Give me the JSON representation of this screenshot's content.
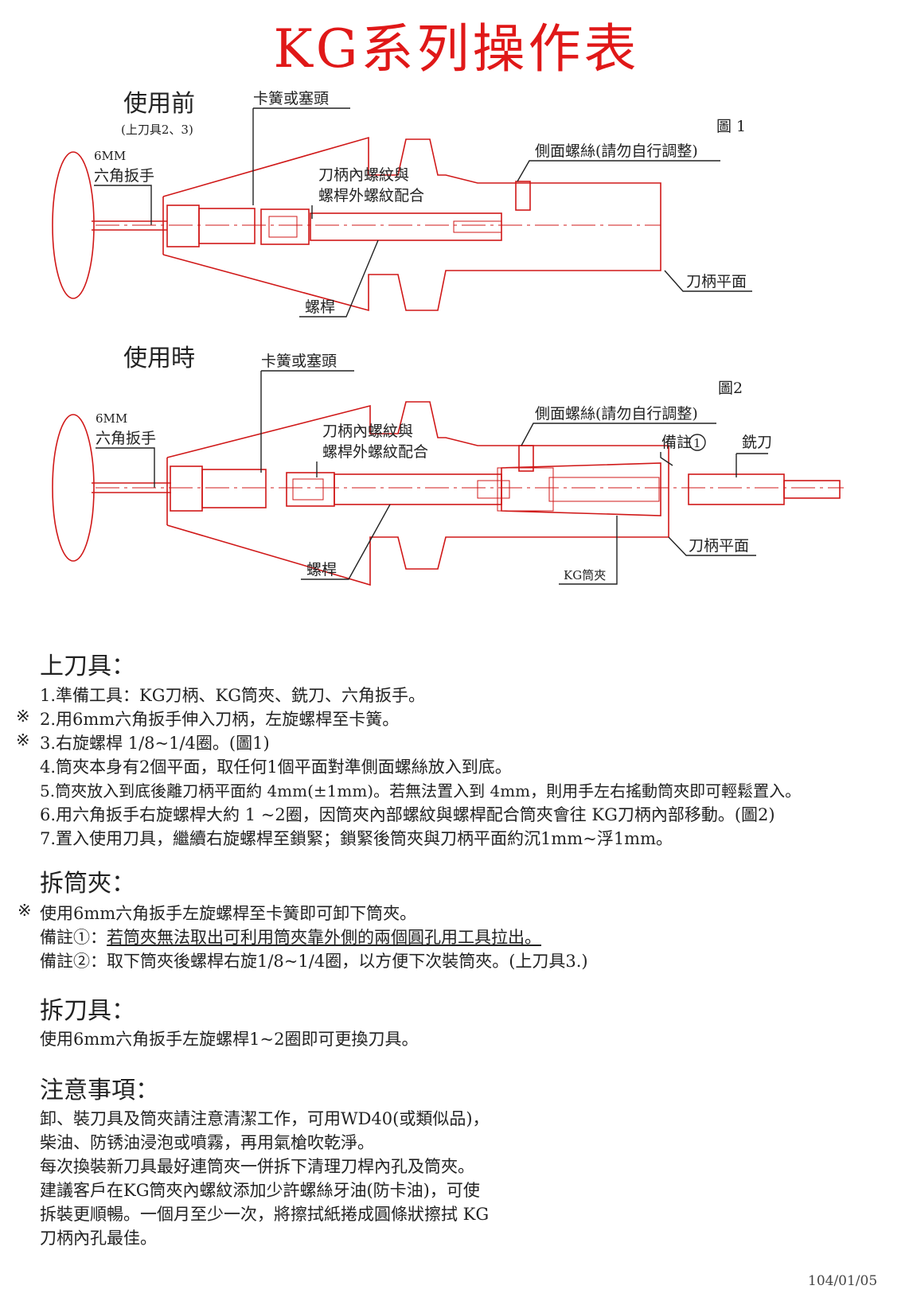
{
  "title": "KG系列操作表",
  "figure1": {
    "heading": "使用前",
    "subheading": "(上刀具2、3)",
    "fig_label": "圖 1",
    "wrench_size": "6MM",
    "wrench_name": "六角扳手",
    "collet_label": "卡簧或塞頭",
    "thread_label_1": "刀柄內螺紋與",
    "thread_label_2": "螺桿外螺紋配合",
    "side_screw": "側面螺絲(請勿自行調整)",
    "face_label": "刀柄平面",
    "screw_label": "螺桿"
  },
  "figure2": {
    "heading": "使用時",
    "fig_label": "圖2",
    "wrench_size": "6MM",
    "wrench_name": "六角扳手",
    "collet_label": "卡簧或塞頭",
    "thread_label_1": "刀柄內螺紋與",
    "thread_label_2": "螺桿外螺紋配合",
    "side_screw": "側面螺絲(請勿自行調整)",
    "note_label": "備註",
    "note_num": "1",
    "cutter_label": "銑刀",
    "face_label": "刀柄平面",
    "screw_label": "螺桿",
    "kg_collet_label": "KG筒夾"
  },
  "section_mount": {
    "heading": "上刀具：",
    "mark": "※",
    "items": [
      "1.準備工具：KG刀柄、KG筒夾、銑刀、六角扳手。",
      "2.用6mm六角扳手伸入刀柄，左旋螺桿至卡簧。",
      "3.右旋螺桿 1/8~1/4圈。(圖1)",
      "4.筒夾本身有2個平面，取任何1個平面對準側面螺絲放入到底。",
      "5.筒夾放入到底後離刀柄平面約 4mm(±1mm)。若無法置入到 4mm，則用手左右搖動筒夾即可輕鬆置入。",
      "6.用六角扳手右旋螺桿大約 1 ~2圈，因筒夾內部螺紋與螺桿配合筒夾會往 KG刀柄內部移動。(圖2)",
      "7.置入使用刀具，繼續右旋螺桿至鎖緊；鎖緊後筒夾與刀柄平面約沉1mm~浮1mm。"
    ]
  },
  "section_collet": {
    "heading": "拆筒夾：",
    "mark": "※",
    "line1": "使用6mm六角扳手左旋螺桿至卡簧即可卸下筒夾。",
    "note1_prefix": "備註①：",
    "note1_text": "若筒夾無法取出可利用筒夾靠外側的兩個圓孔用工具拉出。",
    "note2_prefix": "備註②：",
    "note2_text": "取下筒夾後螺桿右旋1/8~1/4圈，以方便下次裝筒夾。(上刀具3.)"
  },
  "section_tool": {
    "heading": "拆刀具：",
    "line1": "使用6mm六角扳手左旋螺桿1~2圈即可更換刀具。"
  },
  "section_notes": {
    "heading": "注意事項：",
    "lines": [
      "卸、裝刀具及筒夾請注意清潔工作，可用WD40(或類似品)，",
      "柴油、防锈油浸泡或噴霧，再用氣槍吹乾淨。",
      "每次換裝新刀具最好連筒夾一併拆下清理刀桿內孔及筒夾。",
      "建議客戶在KG筒夾內螺紋添加少許螺絲牙油(防卡油)，可使",
      "拆裝更順暢。一個月至少一次，將擦拭紙捲成圓條狀擦拭 KG",
      "刀柄內孔最佳。"
    ]
  },
  "date": "104/01/05",
  "colors": {
    "title": "#e01818",
    "drawing": "#d01818",
    "text": "#222222"
  }
}
